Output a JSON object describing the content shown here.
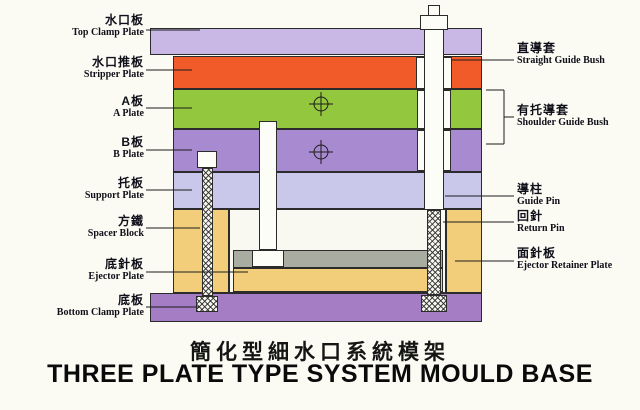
{
  "title": {
    "zh": "簡化型細水口系統模架",
    "en": "THREE PLATE TYPE SYSTEM MOULD BASE"
  },
  "left_labels": [
    {
      "zh": "水口板",
      "en": "Top Clamp Plate"
    },
    {
      "zh": "水口推板",
      "en": "Stripper Plate"
    },
    {
      "zh": "A板",
      "en": "A Plate"
    },
    {
      "zh": "B板",
      "en": "B Plate"
    },
    {
      "zh": "托板",
      "en": "Support Plate"
    },
    {
      "zh": "方鐵",
      "en": "Spacer Block"
    },
    {
      "zh": "底針板",
      "en": "Ejector Plate"
    },
    {
      "zh": "底板",
      "en": "Bottom Clamp Plate"
    }
  ],
  "right_labels": [
    {
      "zh": "直導套",
      "en": "Straight Guide Bush"
    },
    {
      "zh": "有托導套",
      "en": "Shoulder Guide Bush"
    },
    {
      "zh": "導柱",
      "en": "Guide Pin"
    },
    {
      "zh": "回針",
      "en": "Return Pin"
    },
    {
      "zh": "面針板",
      "en": "Ejector Retainer Plate"
    }
  ],
  "colors": {
    "top_clamp_plate": "#c9b7e5",
    "stripper_plate": "#f15b2a",
    "a_plate": "#93c83e",
    "b_plate": "#a88ad0",
    "support_plate": "#c9c7ea",
    "spacer_block": "#f2ce7b",
    "ejector_retainer_plate": "#a9aca0",
    "ejector_plate": "#f2ce7b",
    "bottom_clamp_plate": "#a57dc4",
    "cavity": "#faf9f1",
    "pin": "#fdfdf8",
    "outline": "#2b2b2b"
  }
}
